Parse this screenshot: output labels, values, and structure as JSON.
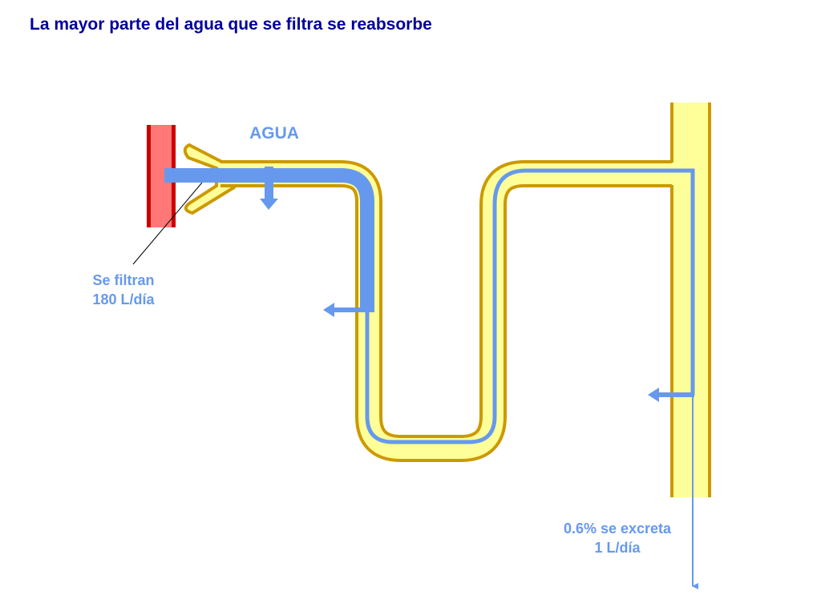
{
  "slide": {
    "title": "La mayor parte del agua que se filtra se reabsorbe",
    "water_label": "AGUA",
    "filtered": {
      "line1": "Se filtran",
      "line2": "180 L/día"
    },
    "excreted": {
      "line1": "0.6% se excreta",
      "line2": "1 L/día"
    }
  },
  "colors": {
    "title": "#000099",
    "label": "#6699ee",
    "water": "#6699ee",
    "tubule_fill": "#ffff99",
    "tubule_outline": "#cc9900",
    "capillary_fill": "#ff7777",
    "capillary_edge": "#cc0000"
  }
}
